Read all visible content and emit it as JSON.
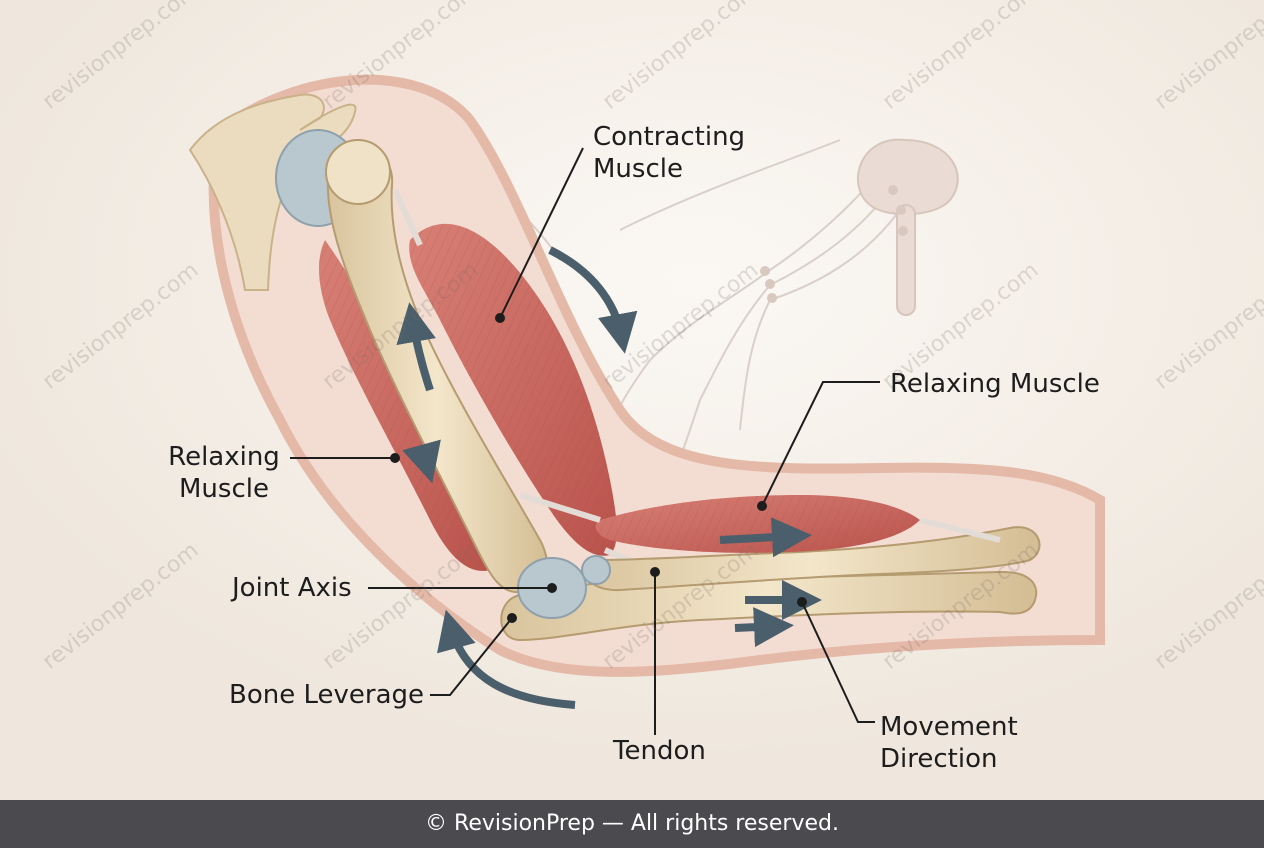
{
  "labels": {
    "contracting_muscle": [
      "Contracting",
      "Muscle"
    ],
    "relaxing_muscle_right": "Relaxing Muscle",
    "relaxing_muscle_left": [
      "Relaxing",
      "Muscle"
    ],
    "joint_axis": "Joint Axis",
    "bone_leverage": "Bone Leverage",
    "tendon": "Tendon",
    "movement_direction": [
      "Movement",
      "Direction"
    ]
  },
  "watermark_text": "revisionprep.com",
  "footer": {
    "text": "© RevisionPrep — All rights reserved."
  },
  "colors": {
    "background": "#f1ebe3",
    "skin": "#e9c2b3",
    "bone": "#ecdcbc",
    "muscle": "#c9675e",
    "cartilage": "#b9c7cf",
    "arrow": "#4a5e6c",
    "footer_bg": "#4b4b4f"
  }
}
